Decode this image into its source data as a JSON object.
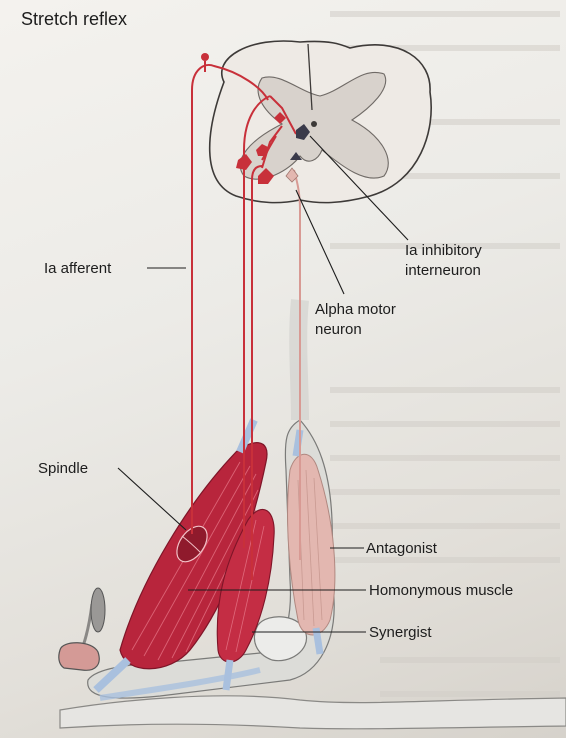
{
  "figure": {
    "title": "Stretch reflex",
    "labels": {
      "ia_afferent": "Ia afferent",
      "ia_inhibitory_interneuron_1": "Ia inhibitory",
      "ia_inhibitory_interneuron_2": "interneuron",
      "alpha_motor_neuron_1": "Alpha motor",
      "alpha_motor_neuron_2": "neuron",
      "spindle": "Spindle",
      "antagonist": "Antagonist",
      "homonymous_muscle": "Homonymous muscle",
      "synergist": "Synergist"
    }
  },
  "colors": {
    "nerve_red": "#c8303a",
    "muscle_red": "#b8253c",
    "antagonist_pink": "#e3b7b0",
    "cord_gray": "#d9d4cf",
    "bone": "#dcdcd8",
    "inhibitory_dark": "#3a3a4a"
  }
}
